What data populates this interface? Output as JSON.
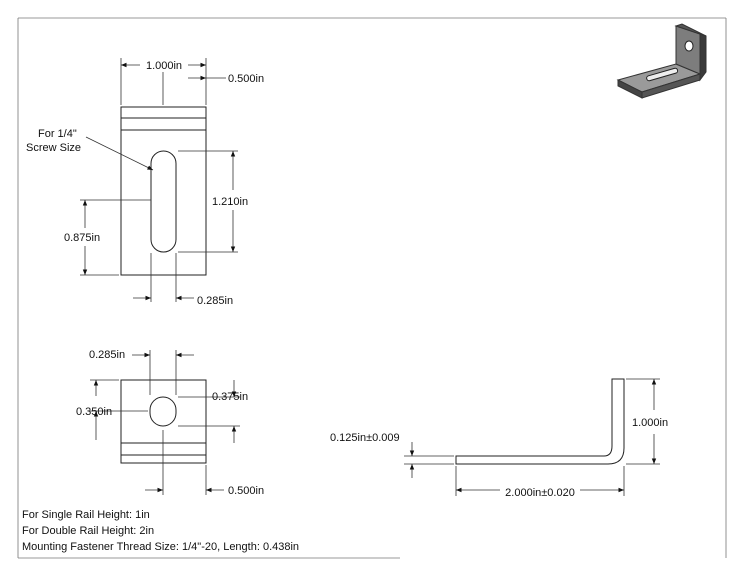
{
  "drawing": {
    "top_view": {
      "width_label": "1.000in",
      "offset_label": "0.500in",
      "callout_line1": "For 1/4\"",
      "callout_line2": "Screw Size",
      "slot_length_label": "1.210in",
      "slot_position_label": "0.875in",
      "slot_width_label": "0.285in"
    },
    "bottom_view": {
      "hole_width_label": "0.285in",
      "hole_height_label": "0.375in",
      "hole_position_label": "0.350in",
      "offset_label": "0.500in"
    },
    "side_view": {
      "thickness_label": "0.125in±0.009",
      "height_label": "1.000in",
      "length_label": "2.000in±0.020"
    },
    "notes": {
      "line1": "For Single Rail Height: 1in",
      "line2": "For Double Rail Height: 2in",
      "line3": "Mounting Fastener Thread Size: 1/4\"-20, Length: 0.438in"
    },
    "colors": {
      "line": "#222222",
      "iso_metal": "#8a8a8a",
      "iso_dark": "#3a3a3a"
    }
  }
}
